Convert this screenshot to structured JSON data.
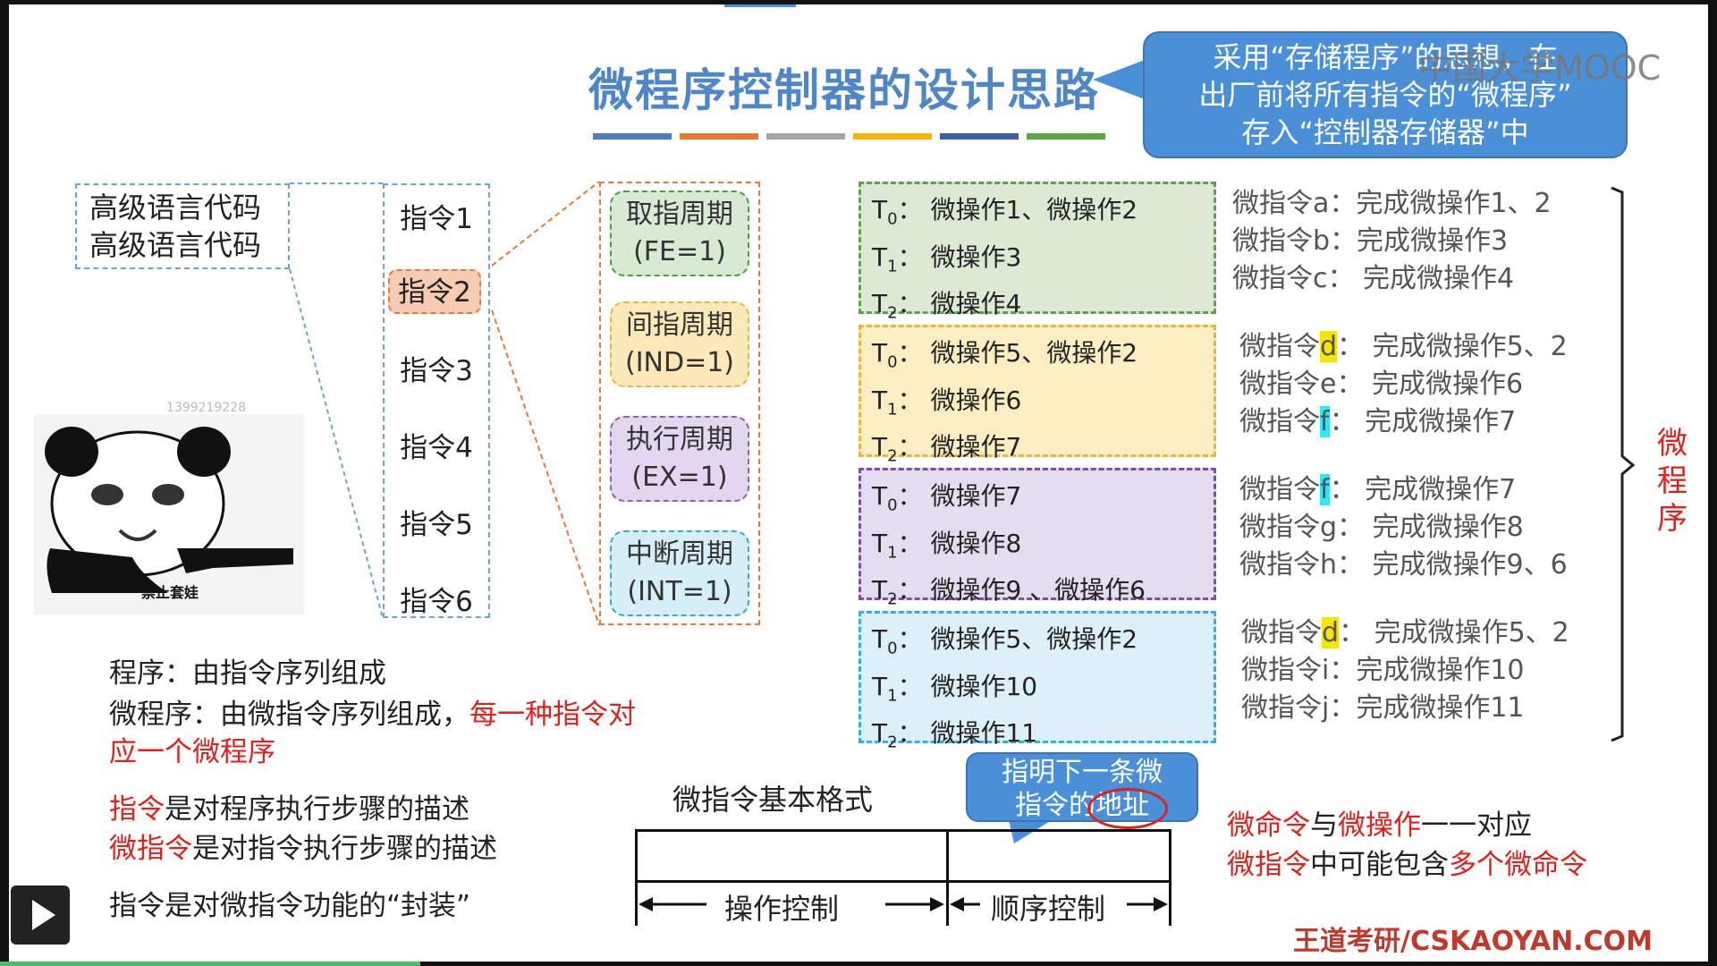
{
  "title": "微程序控制器的设计思路",
  "callout": {
    "lines": [
      "采用“存储程序”的思想，在",
      "出厂前将所有指令的“微程序”",
      "存入“控制器存储器”中"
    ]
  },
  "mooc_watermark": "中国大学MOOC",
  "code_box": [
    "高级语言代码",
    "高级语言代码"
  ],
  "instructions": [
    "指令1",
    "指令2",
    "指令3",
    "指令4",
    "指令5",
    "指令6"
  ],
  "cycles": [
    {
      "name": "取指周期",
      "flag": "(FE=1)",
      "color": "#d9ead3",
      "border": "#4f9a48"
    },
    {
      "name": "间指周期",
      "flag": "(IND=1)",
      "color": "#fbe9b7",
      "border": "#e8b54a"
    },
    {
      "name": "执行周期",
      "flag": "(EX=1)",
      "color": "#e2d7ee",
      "border": "#8a63b5"
    },
    {
      "name": "中断周期",
      "flag": "(INT=1)",
      "color": "#d5eef8",
      "border": "#35a7d8"
    }
  ],
  "stages": [
    {
      "bg": "#dcead4",
      "border": "#5ba34e",
      "rows": [
        {
          "t": "T",
          "s": "0",
          "op": "：  微操作1、微操作2"
        },
        {
          "t": "T",
          "s": "1",
          "op": "：  微操作3"
        },
        {
          "t": "T",
          "s": "2",
          "op": "：  微操作4"
        }
      ]
    },
    {
      "bg": "#fcedc3",
      "border": "#ecb43a",
      "rows": [
        {
          "t": "T",
          "s": "0",
          "op": "：  微操作5、微操作2"
        },
        {
          "t": "T",
          "s": "1",
          "op": "：  微操作6"
        },
        {
          "t": "T",
          "s": "2",
          "op": "：  微操作7"
        }
      ]
    },
    {
      "bg": "#e6dcef",
      "border": "#7d4fae",
      "rows": [
        {
          "t": "T",
          "s": "0",
          "op": "：  微操作7"
        },
        {
          "t": "T",
          "s": "1",
          "op": "：  微操作8"
        },
        {
          "t": "T",
          "s": "2",
          "op": "：  微操作9 、微操作6"
        }
      ]
    },
    {
      "bg": "#dbf0f8",
      "border": "#38aee0",
      "rows": [
        {
          "t": "T",
          "s": "0",
          "op": "：  微操作5、微操作2"
        },
        {
          "t": "T",
          "s": "1",
          "op": "：  微操作10"
        },
        {
          "t": "T",
          "s": "2",
          "op": "：  微操作11"
        }
      ]
    }
  ],
  "micro_instrs": [
    [
      {
        "pre": "微指令",
        "id": "a",
        "hl": "",
        "post": "：完成微操作1、2"
      },
      {
        "pre": "微指令",
        "id": "b",
        "hl": "",
        "post": "：完成微操作3"
      },
      {
        "pre": "微指令",
        "id": "c",
        "hl": "",
        "post": "：  完成微操作4"
      }
    ],
    [
      {
        "pre": "微指令",
        "id": "d",
        "hl": "y",
        "post": "：  完成微操作5、2"
      },
      {
        "pre": "微指令",
        "id": "e",
        "hl": "",
        "post": "：  完成微操作6"
      },
      {
        "pre": "微指令",
        "id": "f",
        "hl": "c",
        "post": "：  完成微操作7"
      }
    ],
    [
      {
        "pre": "微指令",
        "id": "f",
        "hl": "c",
        "post": "：  完成微操作7"
      },
      {
        "pre": "微指令",
        "id": "g",
        "hl": "",
        "post": "：  完成微操作8"
      },
      {
        "pre": "微指令",
        "id": "h",
        "hl": "",
        "post": "：  完成微操作9、6"
      }
    ],
    [
      {
        "pre": "微指令",
        "id": "d",
        "hl": "y",
        "post": "：  完成微操作5、2"
      },
      {
        "pre": "微指令",
        "id": "i",
        "hl": "",
        "post": "：完成微操作10"
      },
      {
        "pre": "微指令",
        "id": "j",
        "hl": "",
        "post": "：完成微操作11"
      }
    ]
  ],
  "brace_label": [
    "微",
    "程",
    "序"
  ],
  "notes": {
    "program": "程序：由指令序列组成",
    "microprogram_black": "微程序：由微指令序列组成，",
    "microprogram_red1": "每一种指令对",
    "microprogram_red2": "应一个微程序",
    "instr_red": "指令",
    "instr_black": "是对程序执行步骤的描述",
    "micro_red": "微指令",
    "micro_black": "是对指令执行步骤的描述",
    "wrap": "指令是对微指令功能的“封装”"
  },
  "format": {
    "label": "微指令基本格式",
    "left": "操作控制",
    "right": "顺序控制",
    "bubble_line1": "指明下一条微",
    "bubble_line2": "指令的地址"
  },
  "right_notes": {
    "a_red1": "微命令",
    "a_black1": "与",
    "a_red2": "微操作",
    "a_black2": "一一对应",
    "b_red1": "微指令",
    "b_black1": "中可能包含",
    "b_red2": "多个微命令"
  },
  "panda_caption": "禁止套娃",
  "watermark": "1399219228",
  "brand": "王道考研/CSKAOYAN.COM",
  "colors": {
    "title": "#4e86c8",
    "callout": "#4a90d9",
    "red": "#e0201d",
    "bars": [
      "#4a7fc1",
      "#e67731",
      "#a5a5a5",
      "#f4b400",
      "#3d5ea8",
      "#5aa544"
    ]
  }
}
